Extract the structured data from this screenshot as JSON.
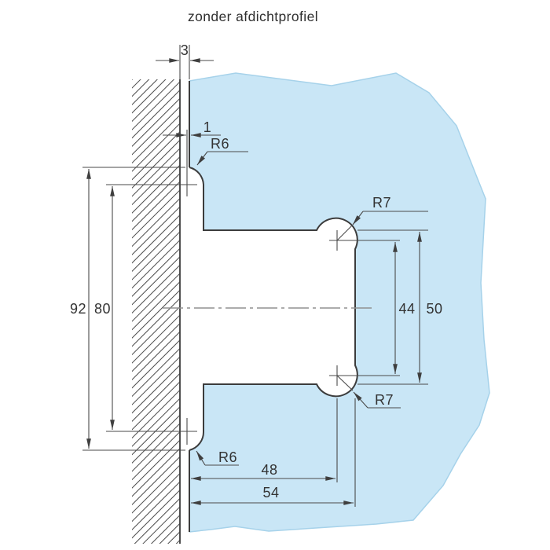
{
  "title": "zonder afdichtprofiel",
  "dimensions": {
    "wall_glass_gap": "3",
    "edge_offset": "1",
    "outer_cutout_height": "92",
    "inner_cutout_height": "80",
    "hole_spacing": "44",
    "cutout_height": "50",
    "hole_center_depth": "48",
    "cutout_depth": "54",
    "corner_radius_top": "R6",
    "corner_radius_bottom": "R6",
    "hole_radius_top": "R7",
    "hole_radius_bottom": "R7"
  },
  "colors": {
    "background": "#ffffff",
    "glass_fill": "#c9e6f6",
    "glass_edge_light": "#a6d2ea",
    "outline": "#3c3c3c",
    "dimension_line": "#4a4a4a",
    "wall_hatch": "#4a4a4a",
    "centerline": "#909090",
    "text": "#333333"
  }
}
